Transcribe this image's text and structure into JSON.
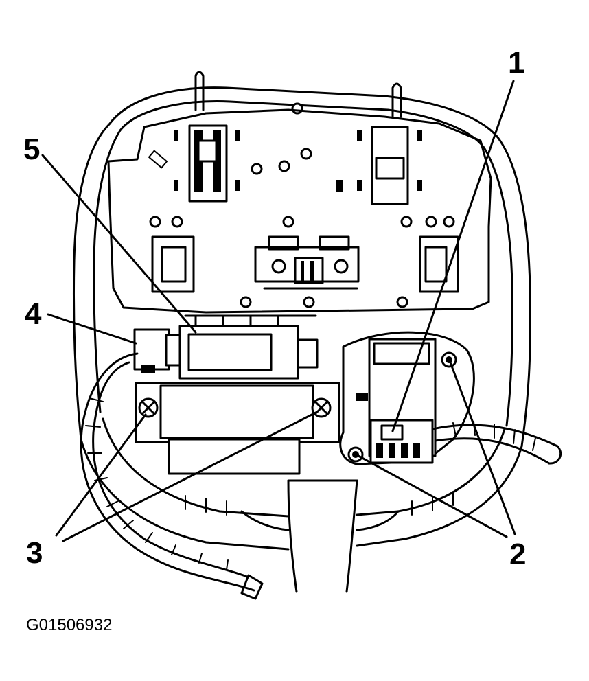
{
  "callouts": [
    {
      "id": "1",
      "label": "1"
    },
    {
      "id": "2",
      "label": "2"
    },
    {
      "id": "3",
      "label": "3"
    },
    {
      "id": "4",
      "label": "4"
    },
    {
      "id": "5",
      "label": "5"
    }
  ],
  "figure_id": "G01506932",
  "colors": {
    "line": "#000000",
    "background": "#ffffff"
  }
}
